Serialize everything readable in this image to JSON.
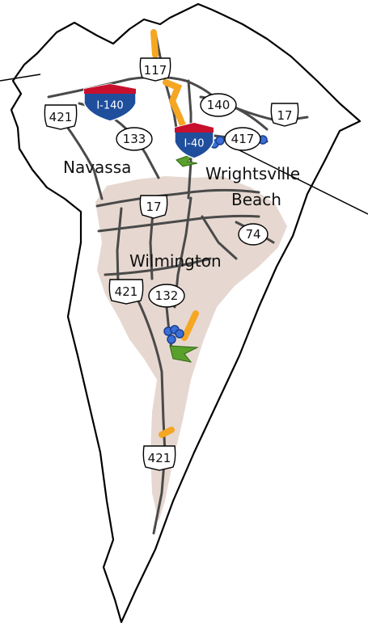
{
  "places": {
    "navassa": "Navassa",
    "wrightsville": "Wrightsville",
    "beach": "Beach",
    "wilmington": "Wilmington"
  },
  "routes": {
    "i140": "I-140",
    "i40": "I-40",
    "us117": "117",
    "us421_north": "421",
    "us421_south": "421",
    "us17_east": "17",
    "us17_center": "17",
    "nc140": "140",
    "nc133": "133",
    "nc417": "417",
    "nc74": "74",
    "nc132": "132"
  },
  "colors": {
    "county_fill": "#ffffff",
    "boundary": "#000000",
    "urban_area": "#e6d8d0",
    "roads": "#4a4a4a",
    "project_orange": "#f5a623",
    "marker_blue": "#3a6fd8",
    "marker_green": "#5aa02c",
    "interstate_blue": "#1f4e9c",
    "interstate_red": "#c8102e"
  }
}
